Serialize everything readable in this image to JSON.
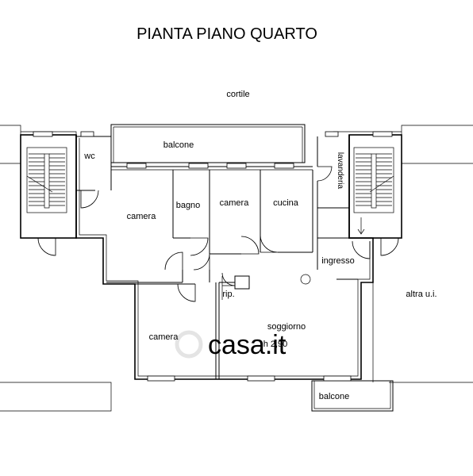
{
  "title": "PIANTA PIANO QUARTO",
  "labels": {
    "cortile": "cortile",
    "balcone_top": "balcone",
    "wc": "wc",
    "lavanderia": "lavanderia",
    "camera_1": "camera",
    "bagno": "bagno",
    "camera_2": "camera",
    "cucina": "cucina",
    "ingresso": "ingresso",
    "altra_ui": "altra u.i.",
    "rip": "rip.",
    "camera_3": "camera",
    "soggiorno": "soggiorno",
    "height": "h 2,90",
    "balcone_bottom": "balcone"
  },
  "watermark": "casa.it"
}
